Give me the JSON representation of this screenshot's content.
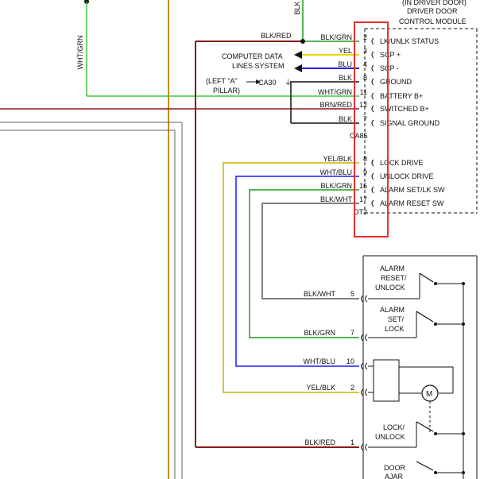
{
  "module": {
    "title_lines": [
      "(IN DRIVER DOOR)",
      "DRIVER DOOR",
      "CONTROL MODULE"
    ],
    "connector_a": "CA85",
    "connector_b": "DT2"
  },
  "pins": [
    {
      "num": "2",
      "wire": "BLK/GRN",
      "label": "LK/UNLK STATUS"
    },
    {
      "num": "3",
      "wire": "YEL",
      "label": "SCP +"
    },
    {
      "num": "4",
      "wire": "BLU",
      "label": "SCP -"
    },
    {
      "num": "8",
      "wire": "BLK",
      "label": "GROUND"
    },
    {
      "num": "11",
      "wire": "WHT/GRN",
      "label": "BATTERY B+"
    },
    {
      "num": "12",
      "wire": "BRN/RED",
      "label": "SWITCHED B+"
    },
    {
      "num": "7",
      "wire": "BLK",
      "label": "SIGNAL GROUND"
    },
    {
      "num": "8",
      "wire": "YEL/BLK",
      "label": "LOCK DRIVE"
    },
    {
      "num": "9",
      "wire": "WHT/BLU",
      "label": "UNLOCK DRIVE"
    },
    {
      "num": "16",
      "wire": "BLK/GRN",
      "label": "ALARM SET/LK SW"
    },
    {
      "num": "17",
      "wire": "BLK/WHT",
      "label": "ALARM RESET SW"
    }
  ],
  "left_labels": {
    "blk_red_top": "BLK/RED",
    "computer_data": [
      "COMPUTER DATA",
      "LINES SYSTEM"
    ],
    "pillar": [
      "(LEFT \"A\"",
      "PILLAR)"
    ],
    "pillar_conn": "CA30",
    "wht_grn_vertical": "WHT/GRN",
    "blk_top_vertical": "BLK"
  },
  "switch_pins": [
    {
      "num": "5",
      "wire": "BLK/WHT"
    },
    {
      "num": "7",
      "wire": "BLK/GRN"
    },
    {
      "num": "10",
      "wire": "WHT/BLU"
    },
    {
      "num": "2",
      "wire": "YEL/BLK"
    },
    {
      "num": "1",
      "wire": "BLK/RED"
    }
  ],
  "switch_labels": {
    "alarm_reset": [
      "ALARM",
      "RESET/",
      "UNLOCK"
    ],
    "alarm_set": [
      "ALARM",
      "SET/",
      "LOCK"
    ],
    "lock_unlock": [
      "LOCK/",
      "UNLOCK"
    ],
    "door_ajar": [
      "DOOR",
      "AJAR"
    ]
  },
  "motor_symbol": "M",
  "colors": {
    "yellow": "#e8d800",
    "blue": "#1a1aff",
    "green": "#19a019",
    "lightgreen": "#3ec93e",
    "brown": "#8b1a1a",
    "darkyellow": "#c8b400",
    "gray": "#555555",
    "highlight": "#e83030",
    "orange": "#c88a00"
  }
}
